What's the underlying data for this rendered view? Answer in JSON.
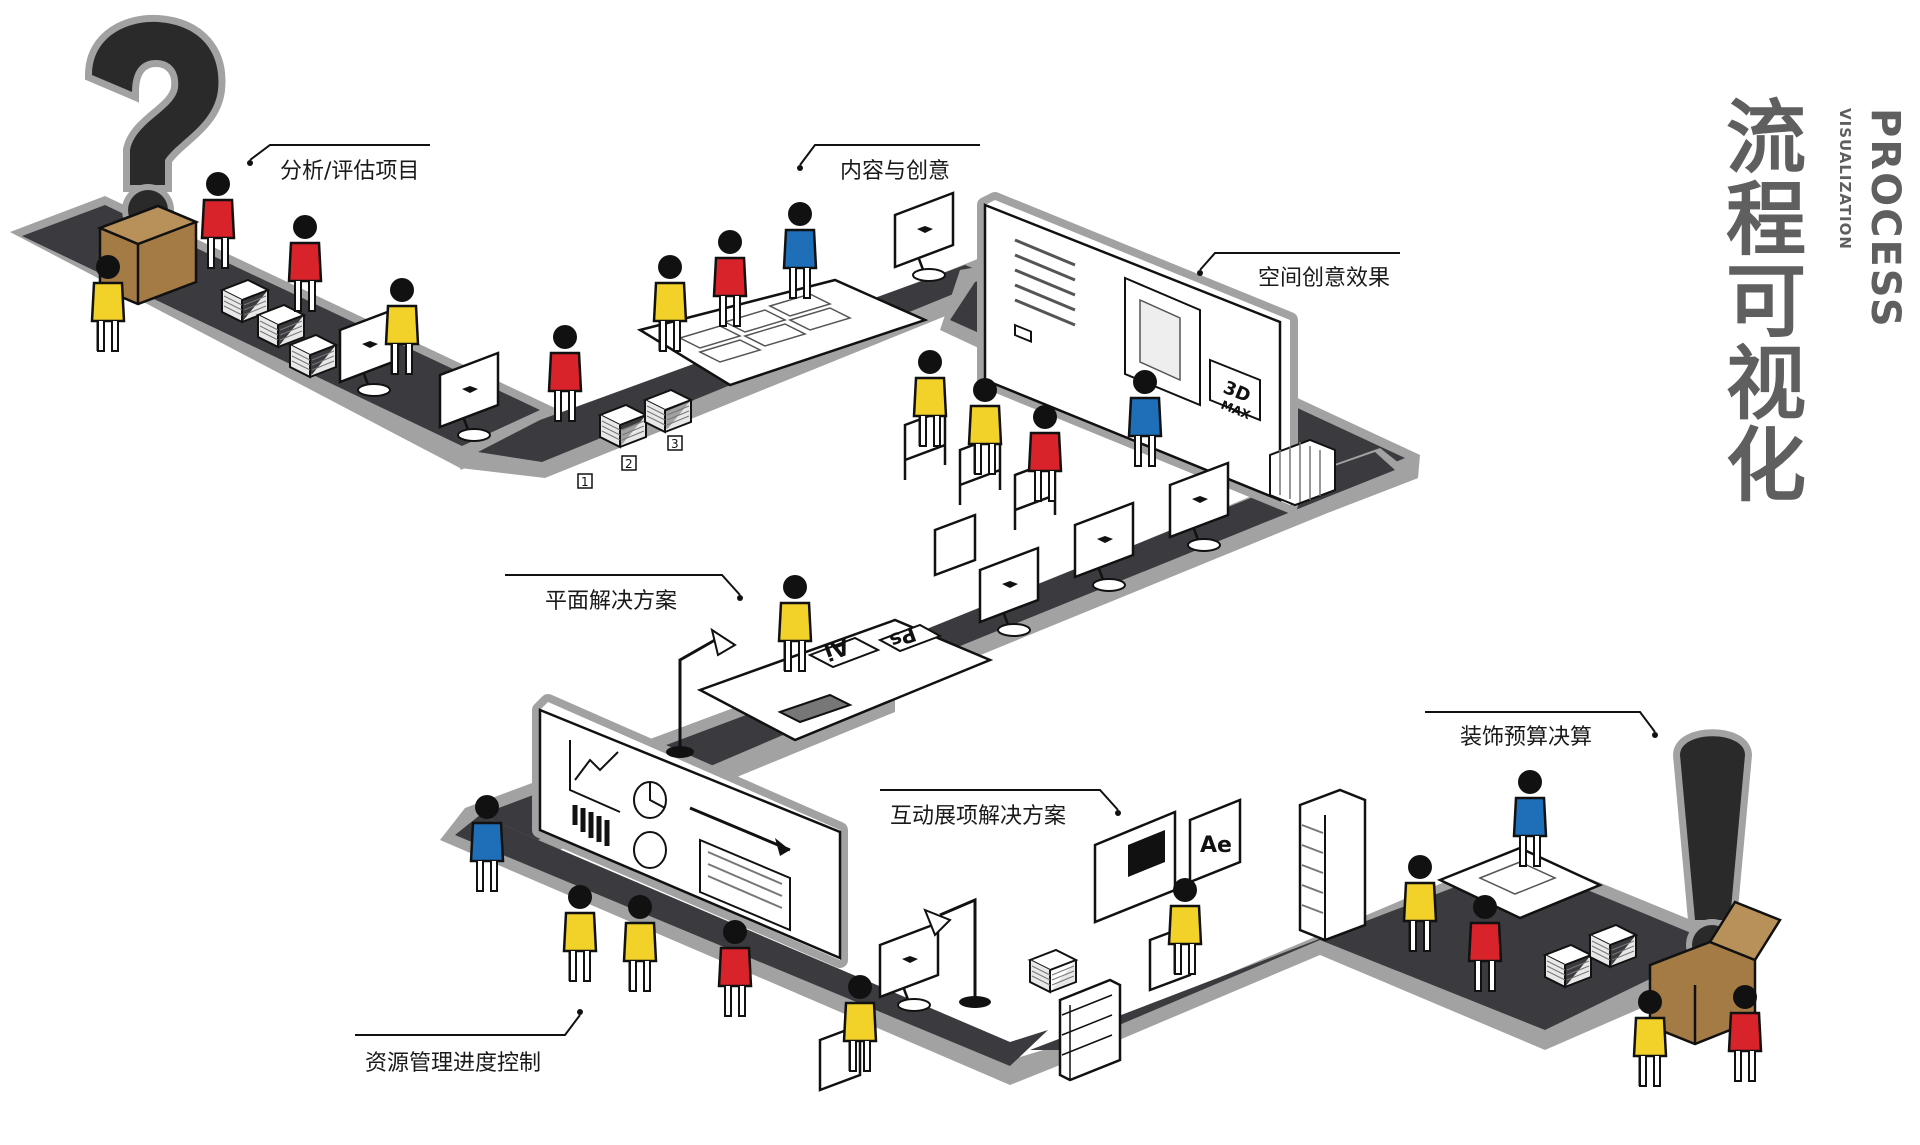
{
  "title": {
    "cn": "流程可视化",
    "en_main": "PROCESS",
    "en_sub": "VISUALIZATION"
  },
  "steps": [
    "分析/评估项目",
    "内容与创意",
    "空间创意效果",
    "平面解决方案",
    "互动展项解决方案",
    "装饰预算决算",
    "资源管理进度控制"
  ],
  "board_text": {
    "max3d_top": "3D",
    "max3d_bottom": "MAX",
    "ps": "Ps",
    "ai": "Ai",
    "ae": "Ae",
    "stack_1": "1",
    "stack_2": "2",
    "stack_3": "3"
  },
  "colors": {
    "path": "#3b3b3f",
    "path_rim": "#9a9a9a",
    "yellow": "#f2d129",
    "red": "#d9232a",
    "blue": "#1f6fb8",
    "box": "#a47a45"
  }
}
